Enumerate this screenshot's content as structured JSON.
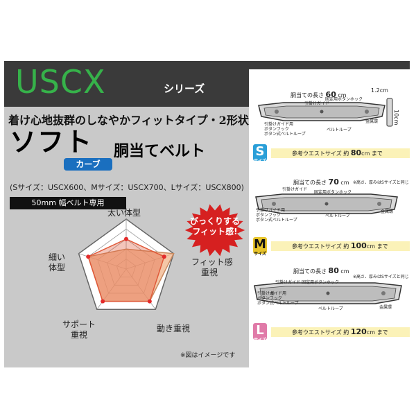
{
  "header": {
    "series_name": "USCX",
    "series_suffix": "シリーズ"
  },
  "product": {
    "tagline": "着け心地抜群のしなやかフィットタイプ・2形状",
    "main_name": "ソフト",
    "sub_name": "胴当てベルト",
    "shape_badge": "カーブ",
    "models": "(Sサイズ：USCX600、Mサイズ：USCX700、Lサイズ：USCX800)",
    "width_badge": "50mm 幅ベルト専用"
  },
  "radar": {
    "labels": {
      "top": "太い体型",
      "right_line1": "フィット感",
      "right_line2": "重視",
      "bottom_right": "動き重視",
      "bottom_left_line1": "サポート",
      "bottom_left_line2": "重視",
      "left_line1": "細い",
      "left_line2": "体型"
    },
    "levels": 5,
    "axes": [
      "太い体型",
      "フィット感重視",
      "動き重視",
      "サポート重視",
      "細い体型"
    ],
    "series": [
      {
        "values": [
          2,
          5,
          4,
          4,
          4
        ],
        "color": "#f2b48a"
      },
      {
        "values": [
          3,
          4,
          4,
          4,
          4
        ],
        "color": "#e05a3a"
      }
    ],
    "point_color": "#e32b2b"
  },
  "callout": {
    "line1": "びっくりする",
    "line2": "フィット感!",
    "color": "#d62020"
  },
  "note": "※図はイメージです",
  "sizes": [
    {
      "length_label": "胴当ての長さ",
      "length_value": "60",
      "length_unit": "cm",
      "parts": [
        "引掛けガイド",
        "固定用ボタンホック",
        "引掛けガイド用",
        "ボタンフック",
        "ボタン式ベルトループ",
        "ベルトループ",
        "金属環"
      ],
      "side_w": "1.2cm",
      "side_h": "10cm",
      "badge_letter": "S",
      "badge_sub": "サイズ",
      "badge_color": "#2a9fd8",
      "waist_label": "参考ウエストサイズ 約",
      "waist_value": "80",
      "waist_unit": "cm まで",
      "extra_note": ""
    },
    {
      "length_label": "胴当ての長さ",
      "length_value": "70",
      "length_unit": "cm",
      "parts": [
        "引掛けガイド",
        "固定用ボタンホック",
        "引掛けガイド用",
        "ボタンフック",
        "ボタン式ベルトループ",
        "ベルトループ",
        "金属環"
      ],
      "badge_letter": "M",
      "badge_sub": "サイズ",
      "badge_color": "#e8c42a",
      "waist_label": "参考ウエストサイズ 約",
      "waist_value": "100",
      "waist_unit": "cm まで",
      "extra_note": "※高さ、厚みはSサイズと同じ"
    },
    {
      "length_label": "胴当ての長さ",
      "length_value": "80",
      "length_unit": "cm",
      "parts": [
        "引掛けガイド",
        "固定用ボタンホック",
        "引掛けガイド用",
        "ボタンフック",
        "ボタン式ベルトループ",
        "ベルトループ",
        "金属環"
      ],
      "badge_letter": "L",
      "badge_sub": "サイズ",
      "badge_color": "#e07aa8",
      "waist_label": "参考ウエストサイズ 約",
      "waist_value": "120",
      "waist_unit": "cm まで",
      "extra_note": "※高さ、厚みはSサイズと同じ"
    }
  ]
}
